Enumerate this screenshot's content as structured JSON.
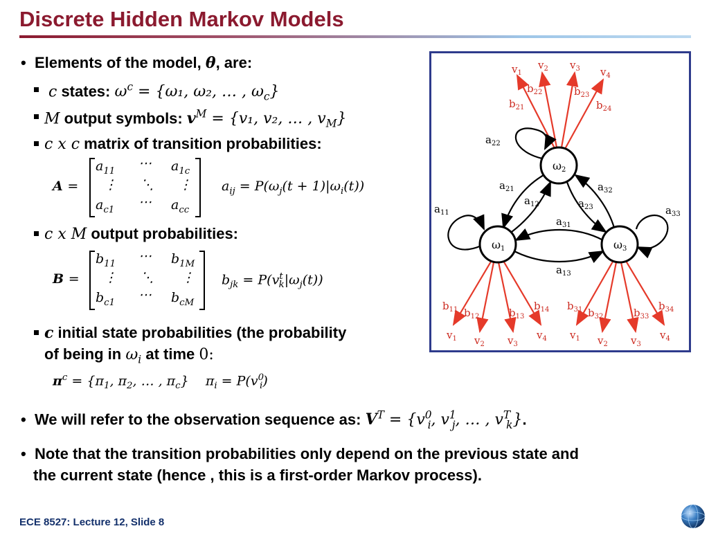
{
  "title": "Discrete Hidden Markov Models",
  "footer": "ECE 8527: Lecture 12, Slide 8",
  "bullets": {
    "elements_prefix": "Elements of the model, ",
    "elements_theta": "θ",
    "elements_suffix": ", are:",
    "states_c": "c",
    "states_label": " states: ",
    "states_eq": "ω",
    "states_set": " = {ω₁, ω₂, … , ω",
    "output_M": "M",
    "output_label": " output symbols: ",
    "output_v": "v",
    "output_set": " = {v₁, v₂, … , v",
    "trans_dims": "c x c",
    "trans_label": " matrix of transition probabilities:",
    "outprob_dims": "c x M",
    "outprob_label": " output probabilities:",
    "init_c": "c",
    "init_label_1": " initial state probabilities (the probability",
    "init_label_2a": "of being in ",
    "init_label_2b": " at time ",
    "init_time": "0",
    "init_colon": ":",
    "obs_label": "We will refer to the observation sequence as: ",
    "obs_suffix": ".",
    "note_line1": "Note that the transition probabilities only depend on the previous state and",
    "note_line2": "the current state (hence , this is a first-order Markov process)."
  },
  "matrices": {
    "A": {
      "name": "A",
      "cells": [
        "a11",
        "⋯",
        "a1c",
        "⋮",
        "⋱",
        "⋮",
        "ac1",
        "⋯",
        "acc"
      ],
      "def": "a_ij = P(ω_j(t+1) | ω_i(t))"
    },
    "B": {
      "name": "B",
      "cells": [
        "b11",
        "⋯",
        "b1M",
        "⋮",
        "⋱",
        "⋮",
        "bc1",
        "⋯",
        "bcM"
      ],
      "def": "b_jk = P(v_k^t | ω_j(t))"
    }
  },
  "diagram": {
    "states": [
      "ω2",
      "ω1",
      "ω3"
    ],
    "transitions": [
      "a22",
      "a21",
      "a12",
      "a23",
      "a32",
      "a11",
      "a31",
      "a33",
      "a13"
    ],
    "emissions_top": [
      "v1",
      "v2",
      "v3",
      "v4",
      "b21",
      "b22",
      "b23",
      "b24"
    ],
    "emissions_left": [
      "b11",
      "b12",
      "b13",
      "b14",
      "v1",
      "v2",
      "v3",
      "v4"
    ],
    "emissions_right": [
      "b31",
      "b32",
      "b33",
      "b34",
      "v1",
      "v2",
      "v3",
      "v4"
    ],
    "colors": {
      "arrow": "#e53a2a",
      "node": "#000000",
      "frame": "#2e3b8c"
    }
  },
  "colors": {
    "title": "#8b1a2f",
    "footer": "#13306b"
  }
}
